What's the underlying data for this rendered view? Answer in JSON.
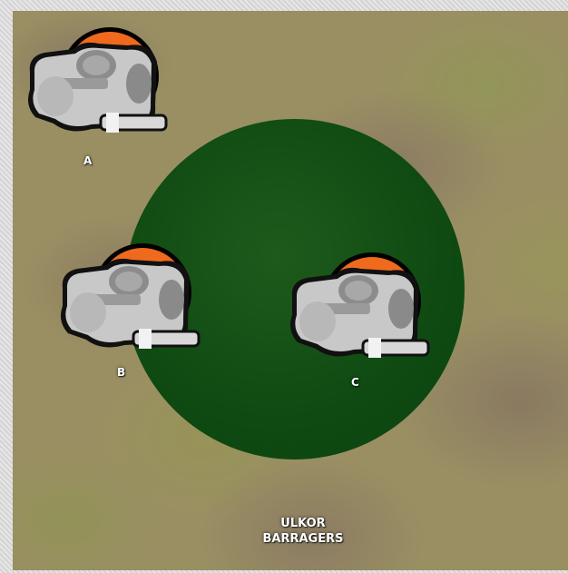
{
  "board": {
    "title_line1": "ULKOR",
    "title_line2": "BARRAGERS"
  },
  "models": [
    {
      "label": "A",
      "icon": "ulkor-barrager-miniature-icon"
    },
    {
      "label": "B",
      "icon": "ulkor-barrager-miniature-icon"
    },
    {
      "label": "C",
      "icon": "ulkor-barrager-miniature-icon"
    }
  ],
  "colors": {
    "area_circle": "#0f4a12",
    "base_ring": "#f06a1e",
    "terrain": "#9a8f63",
    "label_text": "#ffffff"
  }
}
